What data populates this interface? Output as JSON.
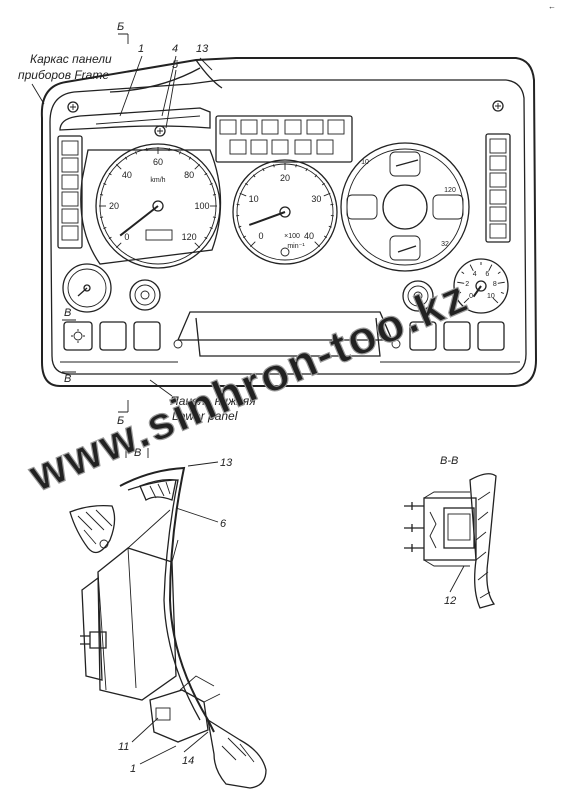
{
  "captions": {
    "frame_ru_1": "Каркас панели",
    "frame_ru_2": "приборов Frame",
    "lower_ru": "Панель нижняя",
    "lower_en": "Lower panel"
  },
  "section_marks": {
    "b_top": "Б",
    "b_bottom": "Б",
    "v_left_top": "В",
    "v_left_bottom": "В",
    "v_detail_top": "В",
    "vv_title": "В-В"
  },
  "callouts": {
    "c1_top": "1",
    "c4": "4",
    "c5": "5",
    "c13_top": "13",
    "c13_side": "13",
    "c6": "6",
    "c12": "12",
    "c11": "11",
    "c1_bottom": "1",
    "c14": "14"
  },
  "gauges": {
    "speedometer": {
      "ticks": [
        "0",
        "20",
        "40",
        "60",
        "80",
        "100",
        "120"
      ],
      "unit": "km/h"
    },
    "tachometer": {
      "ticks": [
        "0",
        "10",
        "20",
        "30",
        "40"
      ],
      "multiplier": "×100",
      "unit": "min⁻¹"
    },
    "combo": {
      "labels": [
        "10",
        "120",
        "32"
      ]
    },
    "small_right": {
      "labels": [
        "0",
        "2",
        "4",
        "6",
        "8",
        "10"
      ]
    }
  },
  "watermark": "www.sinhron-too.kz",
  "corner_mark": "←"
}
